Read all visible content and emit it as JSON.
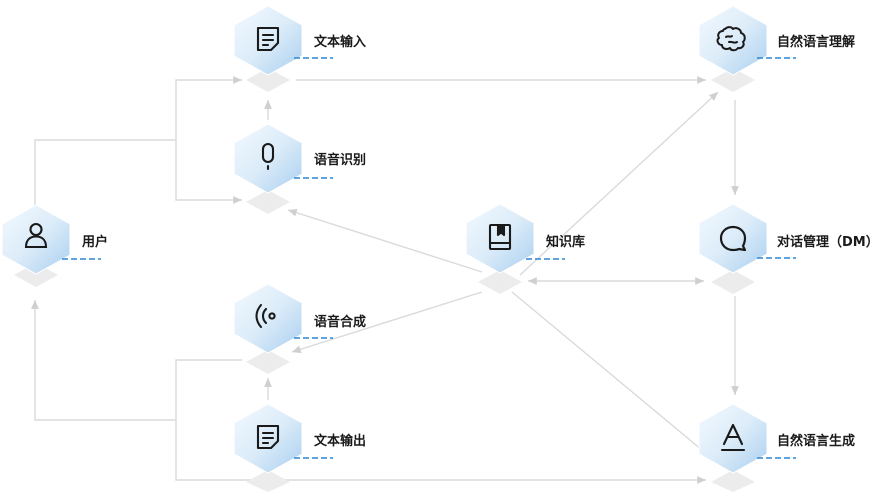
{
  "nodes": [
    {
      "id": "user",
      "label": "用户",
      "icon": "user-icon"
    },
    {
      "id": "text_input",
      "label": "文本输入",
      "icon": "document-icon"
    },
    {
      "id": "speech_recognition",
      "label": "语音识别",
      "icon": "microphone-icon"
    },
    {
      "id": "speech_synthesis",
      "label": "语音合成",
      "icon": "sound-wave-icon"
    },
    {
      "id": "text_output",
      "label": "文本输出",
      "icon": "document-icon"
    },
    {
      "id": "knowledge_base",
      "label": "知识库",
      "icon": "book-icon"
    },
    {
      "id": "nlu",
      "label": "自然语言理解",
      "icon": "brain-icon"
    },
    {
      "id": "dm",
      "label": "对话管理（DM）",
      "icon": "chat-bubble-icon"
    },
    {
      "id": "nlg",
      "label": "自然语言生成",
      "icon": "letter-a-icon"
    }
  ],
  "edges": [
    {
      "from": "user",
      "to": "text_input"
    },
    {
      "from": "user",
      "to": "speech_recognition"
    },
    {
      "from": "speech_recognition",
      "to": "text_input"
    },
    {
      "from": "text_input",
      "to": "nlu"
    },
    {
      "from": "nlu",
      "to": "dm"
    },
    {
      "from": "dm",
      "to": "nlg"
    },
    {
      "from": "knowledge_base",
      "to": "nlu"
    },
    {
      "from": "knowledge_base",
      "to": "dm"
    },
    {
      "from": "dm",
      "to": "knowledge_base"
    },
    {
      "from": "knowledge_base",
      "to": "speech_recognition"
    },
    {
      "from": "knowledge_base",
      "to": "speech_synthesis"
    },
    {
      "from": "knowledge_base",
      "to": "nlg"
    },
    {
      "from": "text_output",
      "to": "speech_synthesis"
    },
    {
      "from": "text_output",
      "to": "nlg"
    },
    {
      "from": "text_output",
      "to": "user"
    }
  ],
  "colors": {
    "hex_light": "#eef6fd",
    "hex_mid": "#cfe5f7",
    "hex_dark": "#a7cdef",
    "shadow": "#ececec",
    "accent_dash": "#2a86d6",
    "connector": "#dadada",
    "icon": "#1a1a1a"
  }
}
